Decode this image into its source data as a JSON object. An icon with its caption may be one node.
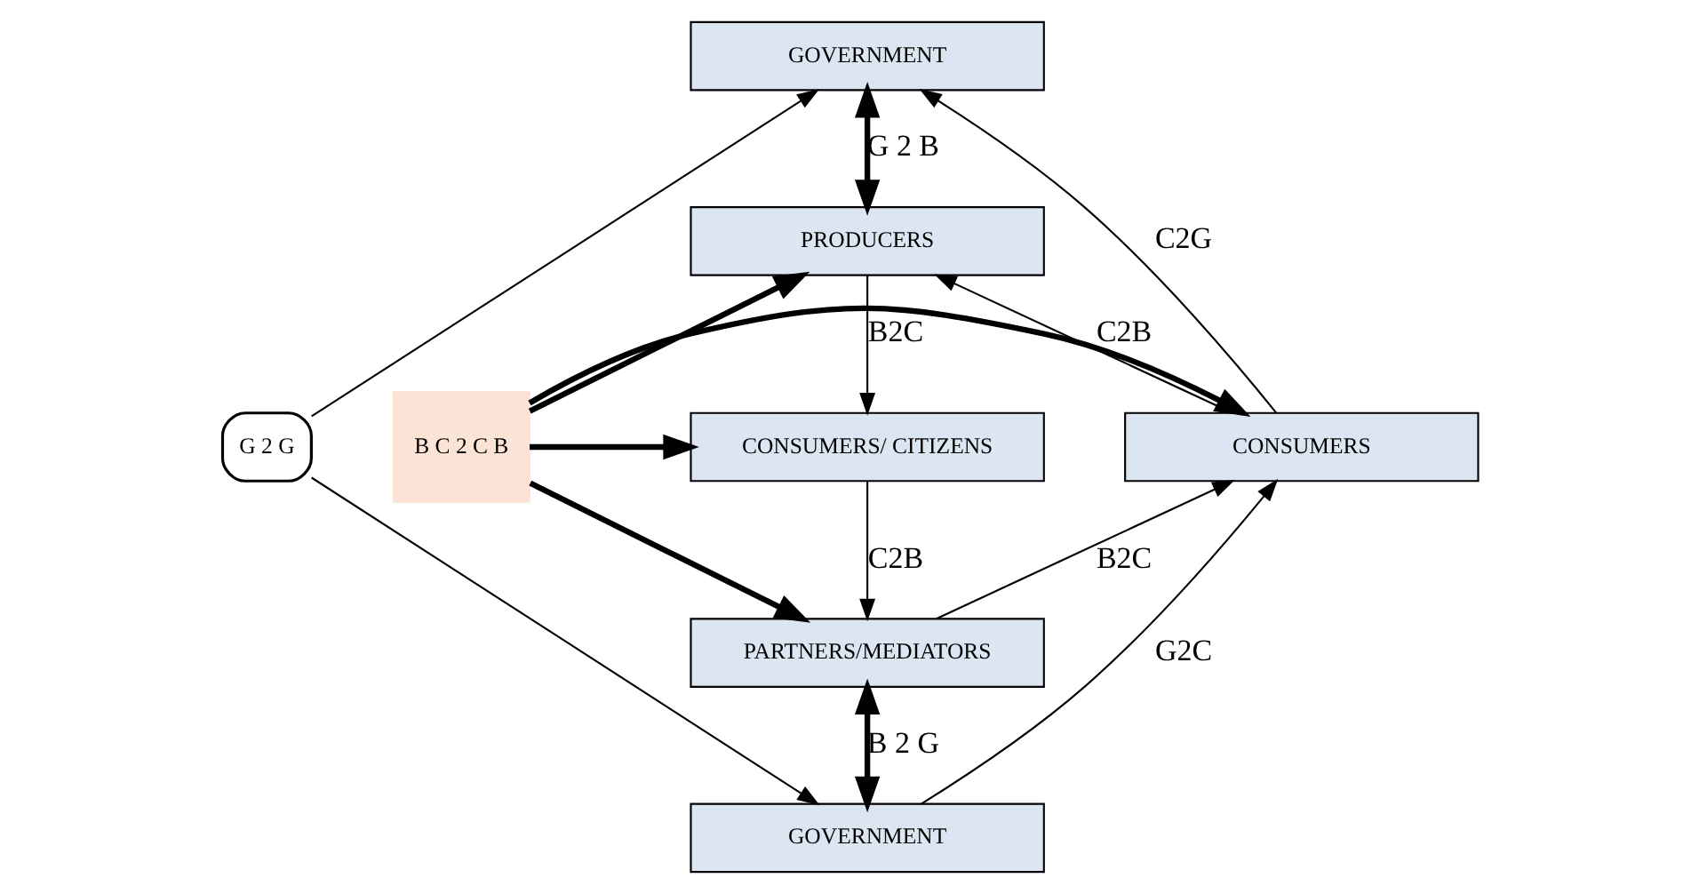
{
  "diagram": {
    "nodes": [
      {
        "text": [
          "GOVERNMENT"
        ]
      },
      {
        "text": [
          "PRODUCERS"
        ]
      },
      {
        "text": [
          "G 2 G"
        ]
      },
      {
        "text": [
          "CONSUMERS/ CITIZENS"
        ]
      },
      {
        "text": [
          "B C 2 C B"
        ]
      },
      {
        "text": [
          "CONSUMERS"
        ]
      },
      {
        "text": [
          "PARTNERS/MEDIATORS"
        ]
      },
      {
        "text": [
          "GOVERNMENT"
        ]
      }
    ],
    "edges": [
      {
        "from": 2,
        "to": 0,
        "arrow": "to"
      },
      {
        "from": 2,
        "to": 7,
        "arrow": "to"
      },
      {
        "from": 0,
        "to": 1,
        "arrow": "both",
        "label": "G 2 B",
        "style": "thick"
      },
      {
        "from": 1,
        "to": 3,
        "arrow": "to",
        "label": "B2C"
      },
      {
        "from": 3,
        "to": 6,
        "arrow": "to",
        "label": "C2B"
      },
      {
        "from": 6,
        "to": 5,
        "arrow": "to",
        "label": "B2C"
      },
      {
        "from": 5,
        "to": 1,
        "arrow": "to",
        "label": "C2B"
      },
      {
        "from": 5,
        "to": 0,
        "arrow": "to",
        "label": "C2G"
      },
      {
        "from": 7,
        "to": 5,
        "arrow": "to",
        "label": "G2C"
      },
      {
        "from": 6,
        "to": 7,
        "arrow": "both",
        "label": "B 2 G",
        "style": "thick"
      },
      {
        "from": 4,
        "to": 1,
        "arrow": "to",
        "style": "thick"
      },
      {
        "from": 4,
        "to": 3,
        "arrow": "to",
        "style": "thick"
      },
      {
        "from": 4,
        "to": 5,
        "arrow": "to",
        "style": "thick"
      },
      {
        "from": 4,
        "to": 6,
        "arrow": "to",
        "style": "thick"
      }
    ]
  }
}
